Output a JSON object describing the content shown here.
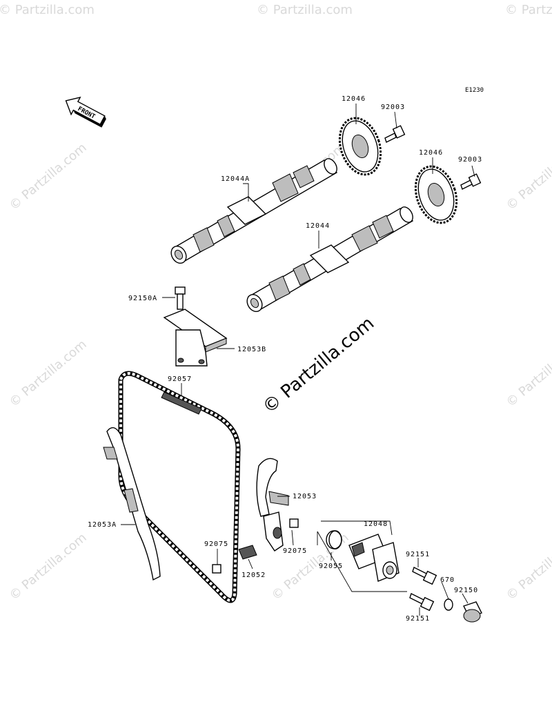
{
  "diagram_code": "E1230",
  "front_label": "FRONT",
  "watermark": {
    "small": "© Partzilla.com",
    "center": "© Partzilla.com"
  },
  "parts": {
    "p12046_a": "12046",
    "p92003_a": "92003",
    "p12046_b": "12046",
    "p92003_b": "92003",
    "p12044a": "12044A",
    "p12044": "12044",
    "p92150a": "92150A",
    "p12053b": "12053B",
    "p92057": "92057",
    "p12053": "12053",
    "p12053a": "12053A",
    "p12048": "12048",
    "p92151_a": "92151",
    "p670": "670",
    "p92150": "92150",
    "p92151_b": "92151",
    "p92055": "92055",
    "p92075_a": "92075",
    "p92075_b": "92075",
    "p12052": "12052"
  }
}
